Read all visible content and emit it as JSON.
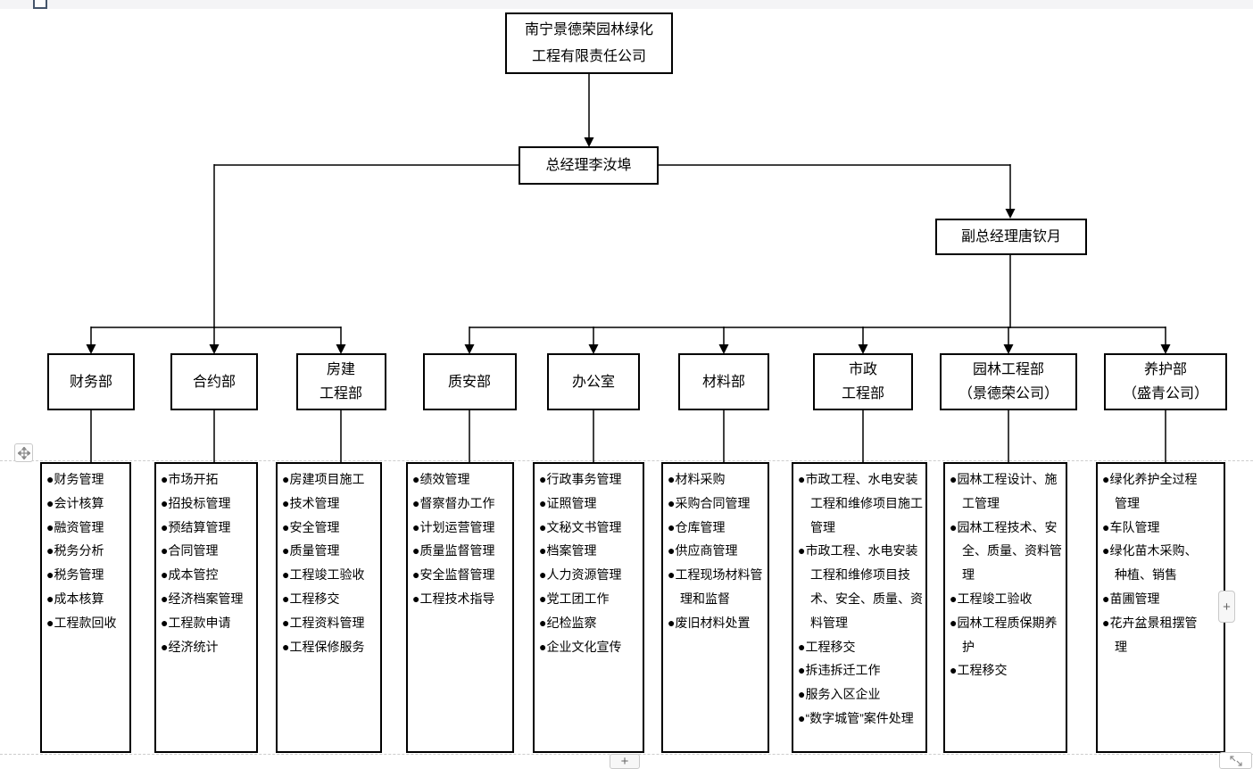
{
  "company": {
    "root_name_lines": [
      "南宁景德荣园林绿化",
      "工程有限责任公司"
    ],
    "general_manager": "总经理李汝埠",
    "deputy_general_manager": "副总经理唐钦月"
  },
  "departments": [
    {
      "name_lines": [
        "财务部"
      ],
      "duties": [
        "财务管理",
        "会计核算",
        "融资管理",
        "税务分析",
        "税务管理",
        "成本核算",
        "工程款回收"
      ]
    },
    {
      "name_lines": [
        "合约部"
      ],
      "duties": [
        "市场开拓",
        "招投标管理",
        "预结算管理",
        "合同管理",
        "成本管控",
        "经济档案管理",
        "工程款申请",
        "经济统计"
      ]
    },
    {
      "name_lines": [
        "房建",
        "工程部"
      ],
      "duties": [
        "房建项目施工",
        "技术管理",
        "安全管理",
        "质量管理",
        "工程竣工验收",
        "工程移交",
        "工程资料管理",
        "工程保修服务"
      ]
    },
    {
      "name_lines": [
        "质安部"
      ],
      "duties": [
        "绩效管理",
        "督察督办工作",
        "计划运营管理",
        "质量监督管理",
        "安全监督管理",
        "工程技术指导"
      ]
    },
    {
      "name_lines": [
        "办公室"
      ],
      "duties": [
        "行政事务管理",
        "证照管理",
        "文秘文书管理",
        "档案管理",
        "人力资源管理",
        "党工团工作",
        "纪检监察",
        "企业文化宣传"
      ]
    },
    {
      "name_lines": [
        "材料部"
      ],
      "duties": [
        "材料采购",
        "采购合同管理",
        "仓库管理",
        "供应商管理",
        "工程现场材料管理和监督",
        "废旧材料处置"
      ]
    },
    {
      "name_lines": [
        "市政",
        "工程部"
      ],
      "duties": [
        "市政工程、水电安装工程和维修项目施工管理",
        "市政工程、水电安装工程和维修项目技术、安全、质量、资料管理",
        "工程移交",
        "拆违拆迁工作",
        "服务入区企业",
        "“数字城管”案件处理"
      ]
    },
    {
      "name_lines": [
        "园林工程部",
        "（景德荣公司）"
      ],
      "duties": [
        "园林工程设计、施工管理",
        "园林工程技术、安全、质量、资料管理",
        "工程竣工验收",
        "园林工程质保期养护",
        "工程移交"
      ]
    },
    {
      "name_lines": [
        "养护部",
        "（盛青公司）"
      ],
      "duties": [
        "绿化养护全过程管理",
        "车队管理",
        "绿化苗木采购、种植、销售",
        "苗圃管理",
        "花卉盆景租摆管理"
      ]
    }
  ],
  "bullet": "●",
  "ui": {
    "plus_label": "+",
    "colors": {
      "line": "#000000",
      "box_border": "#000000",
      "dashed_boundary": "#cdcdcd",
      "top_strip": "#f4f4f6",
      "anchor_border": "#44546a",
      "button_bg": "#f7f7f7",
      "button_border": "#c9c9c9",
      "button_glyph": "#666666"
    }
  }
}
